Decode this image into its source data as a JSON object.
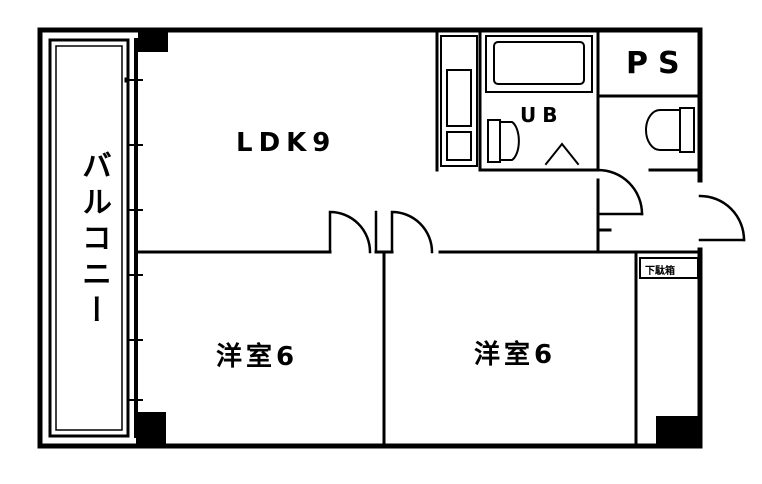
{
  "rooms": {
    "ldk": "LDK9",
    "unit_bath": "UB",
    "pipe_space": "PS",
    "western_room_1": "洋室6",
    "western_room_2": "洋室6",
    "shoe_cabinet": "下駄箱",
    "balcony": "バルコニー"
  }
}
